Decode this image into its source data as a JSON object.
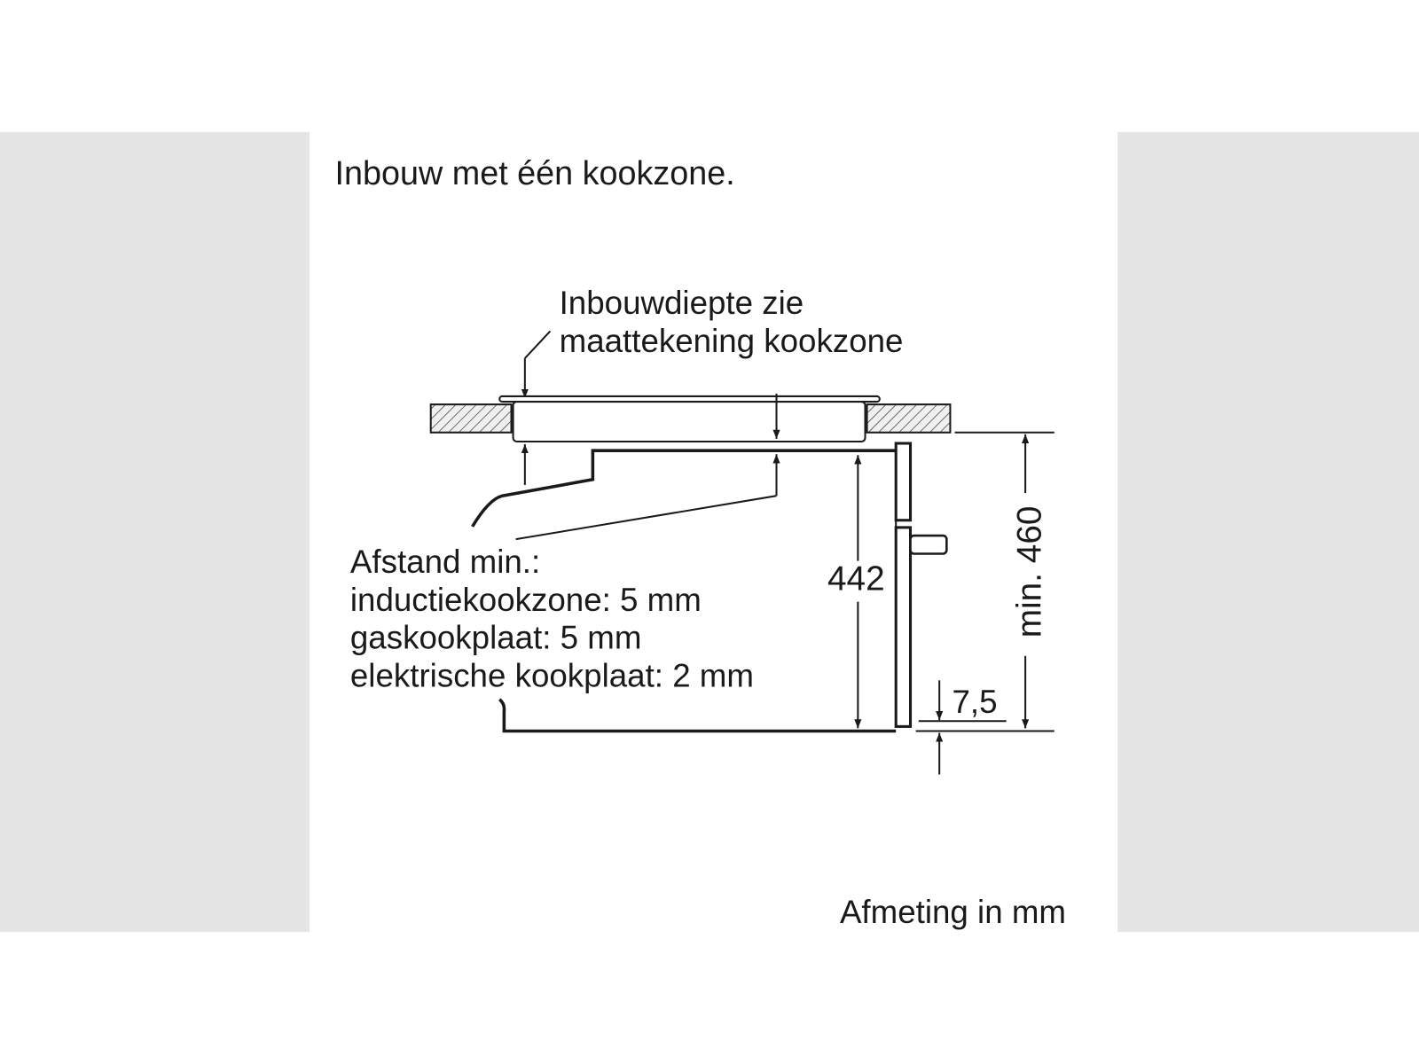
{
  "title": "Inbouw met één kookzone.",
  "depth_note": [
    "Inbouwdiepte zie",
    "maattekening kookzone"
  ],
  "distance_note": [
    "Afstand min.:",
    "inductiekookzone: 5 mm",
    "gaskookplaat: 5 mm",
    "elektrische kookplaat: 2 mm"
  ],
  "dimensions": {
    "height_oven": "442",
    "height_niche": "min. 460",
    "offset": "7,5"
  },
  "footer": "Afmeting in mm",
  "colors": {
    "background_band": "#e5e5e5",
    "panel": "#ffffff",
    "line": "#1a1a1a"
  }
}
